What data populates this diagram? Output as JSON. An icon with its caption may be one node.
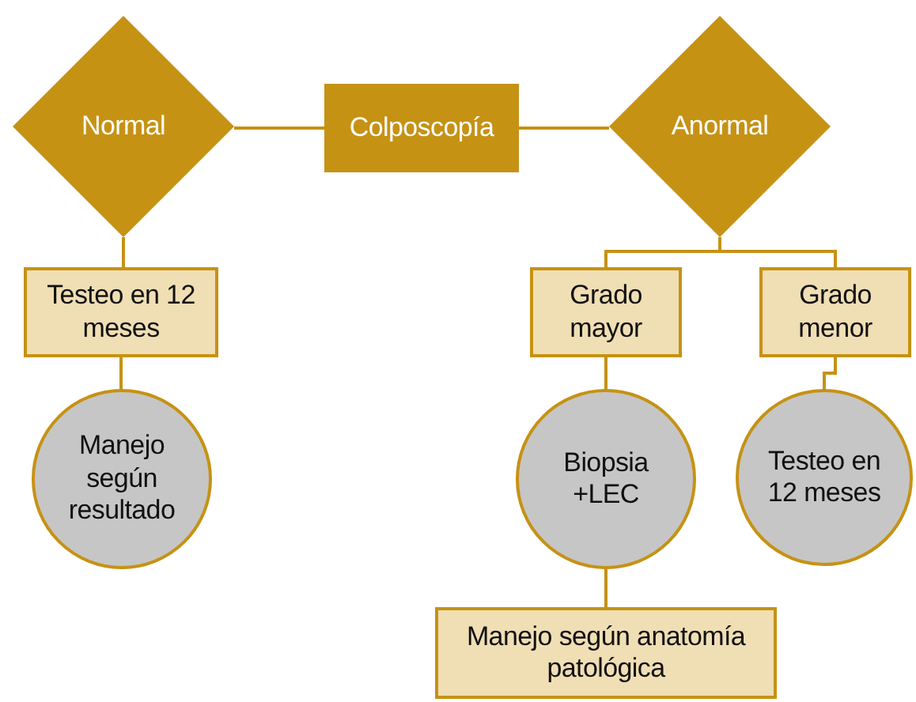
{
  "diagram": {
    "nodes": [
      {
        "text": [
          "Normal"
        ]
      },
      {
        "text": [
          "Colposcopía"
        ]
      },
      {
        "text": [
          "Anormal"
        ]
      },
      {
        "text": [
          "Testeo en 12 meses"
        ]
      },
      {
        "text": [
          "Grado mayor"
        ]
      },
      {
        "text": [
          "Grado menor"
        ]
      },
      {
        "text": [
          "Manejo según resultado"
        ]
      },
      {
        "text": [
          "Biopsia +LEC"
        ]
      },
      {
        "text": [
          "Testeo en 12 meses"
        ]
      },
      {
        "text": [
          "Manejo según anatomía patológica"
        ]
      }
    ],
    "edges": [
      {
        "from": 1,
        "to": 0,
        "arrow": "none"
      },
      {
        "from": 1,
        "to": 2,
        "arrow": "none"
      },
      {
        "from": 0,
        "to": 3,
        "arrow": "none"
      },
      {
        "from": 2,
        "to": 4,
        "arrow": "none"
      },
      {
        "from": 2,
        "to": 5,
        "arrow": "none"
      },
      {
        "from": 3,
        "to": 6,
        "arrow": "none"
      },
      {
        "from": 4,
        "to": 7,
        "arrow": "none"
      },
      {
        "from": 5,
        "to": 8,
        "arrow": "none"
      },
      {
        "from": 7,
        "to": 9,
        "arrow": "none"
      }
    ]
  }
}
